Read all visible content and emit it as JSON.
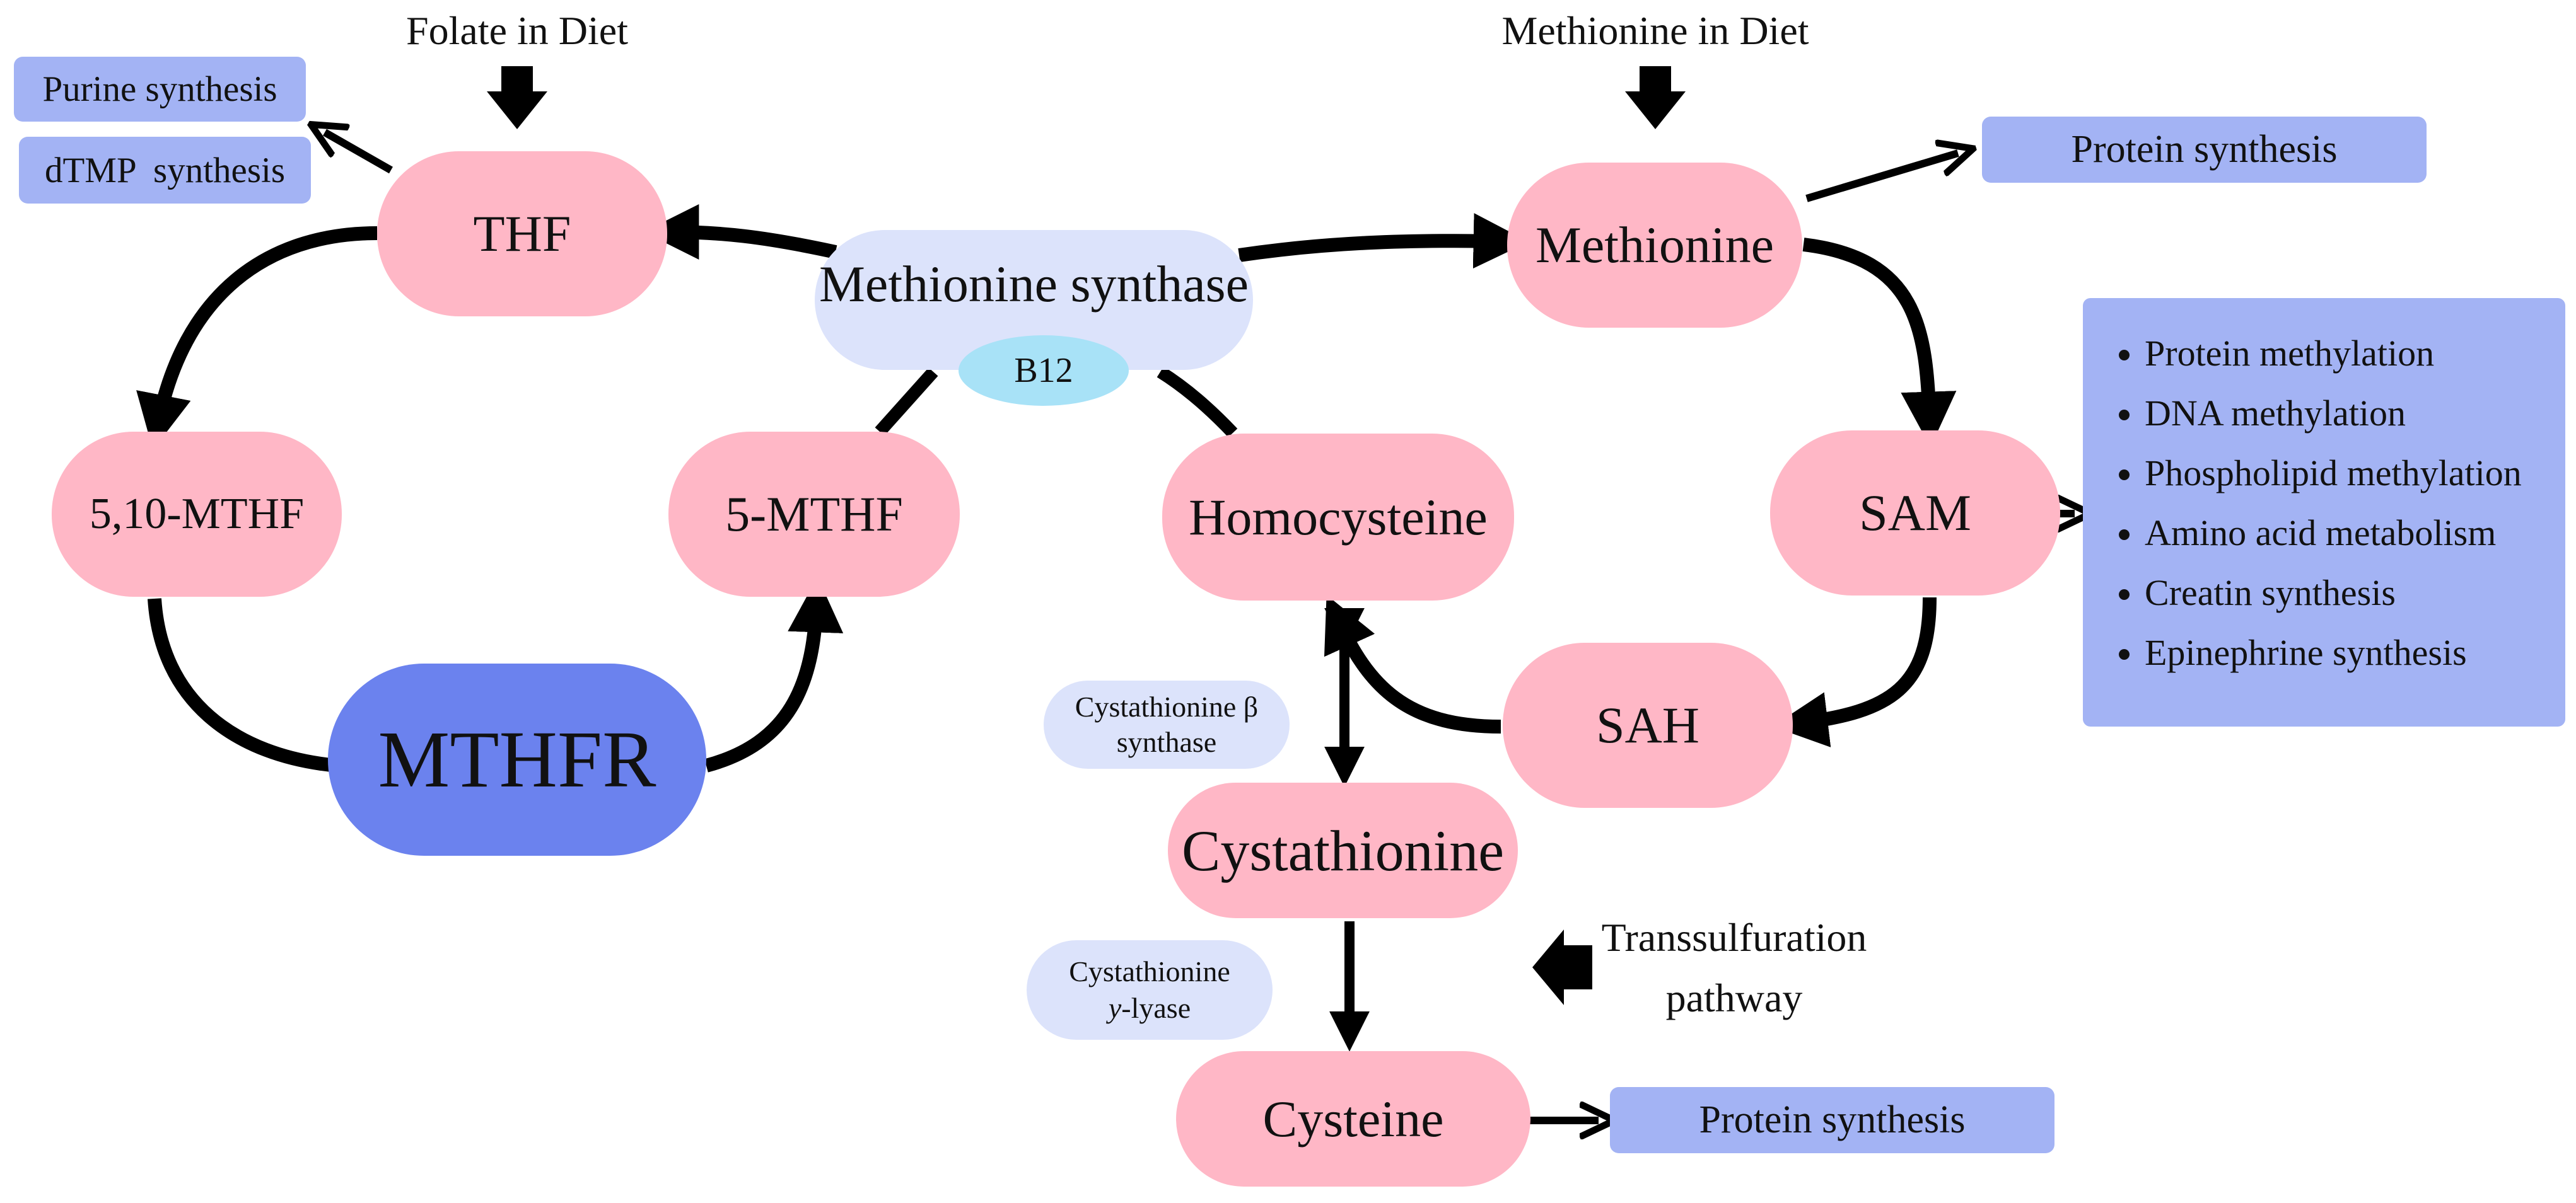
{
  "colors": {
    "metabolite": "#ffb7c6",
    "enzyme": "#dce3fb",
    "mthfr": "#6b82ee",
    "cofactor": "#a8e2f7",
    "output": "#a3b3f4",
    "arrow": "#000000"
  },
  "inputs": {
    "folate": "Folate in Diet",
    "methionine": "Methionine in Diet"
  },
  "nodes": {
    "thf": "THF",
    "mthf_510": "5,10-MTHF",
    "mthf_5": "5-MTHF",
    "mthfr": "MTHFR",
    "methionine_synthase": "Methionine synthase",
    "b12": "B12",
    "methionine": "Methionine",
    "homocysteine": "Homocysteine",
    "sam": "SAM",
    "sah": "SAH",
    "cystathionine": "Cystathionine",
    "cysteine": "Cysteine"
  },
  "enzymes": {
    "cbs_line1": "Cystathionine β",
    "cbs_line2": "synthase",
    "cgl_line1": "Cystathionine",
    "cgl_line2_prefix": "y",
    "cgl_line2_suffix": "-lyase"
  },
  "outputs": {
    "purine": "Purine synthesis",
    "dtmp": "dTMP  synthesis",
    "protein_top": "Protein synthesis",
    "protein_bottom": "Protein synthesis"
  },
  "sam_uses": [
    "Protein methylation",
    "DNA methylation",
    "Phospholipid methylation",
    "Amino acid metabolism",
    "Creatin synthesis",
    "Epinephrine synthesis"
  ],
  "transsulfuration": {
    "line1": "Transsulfuration",
    "line2": "pathway"
  }
}
